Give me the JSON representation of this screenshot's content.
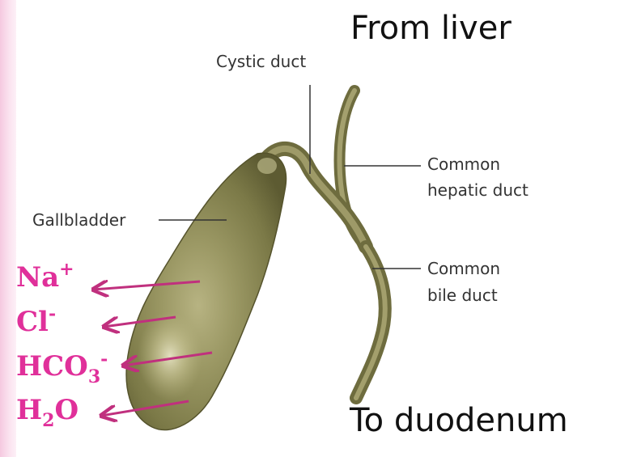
{
  "titles": {
    "from_liver": "From liver",
    "to_duodenum": "To duodenum"
  },
  "labels": {
    "cystic_duct": "Cystic duct",
    "common_hepatic_line1": "Common",
    "common_hepatic_line2": "hepatic duct",
    "gallbladder": "Gallbladder",
    "common_bile_line1": "Common",
    "common_bile_line2": "bile duct"
  },
  "ions": {
    "na": {
      "base": "Na",
      "sup": "+"
    },
    "cl": {
      "base": "Cl",
      "sup": "-"
    },
    "hco3": {
      "base": "HCO",
      "sub": "3",
      "sup": "-"
    },
    "h2o": {
      "base": "H",
      "sub": "2",
      "tail": "O"
    }
  },
  "colors": {
    "ion": "#e0309a",
    "arrow": "#c0307e",
    "gallbladder": "#8d8c57",
    "duct": "#8a8a55",
    "sidebar": "#f5c9e0"
  }
}
